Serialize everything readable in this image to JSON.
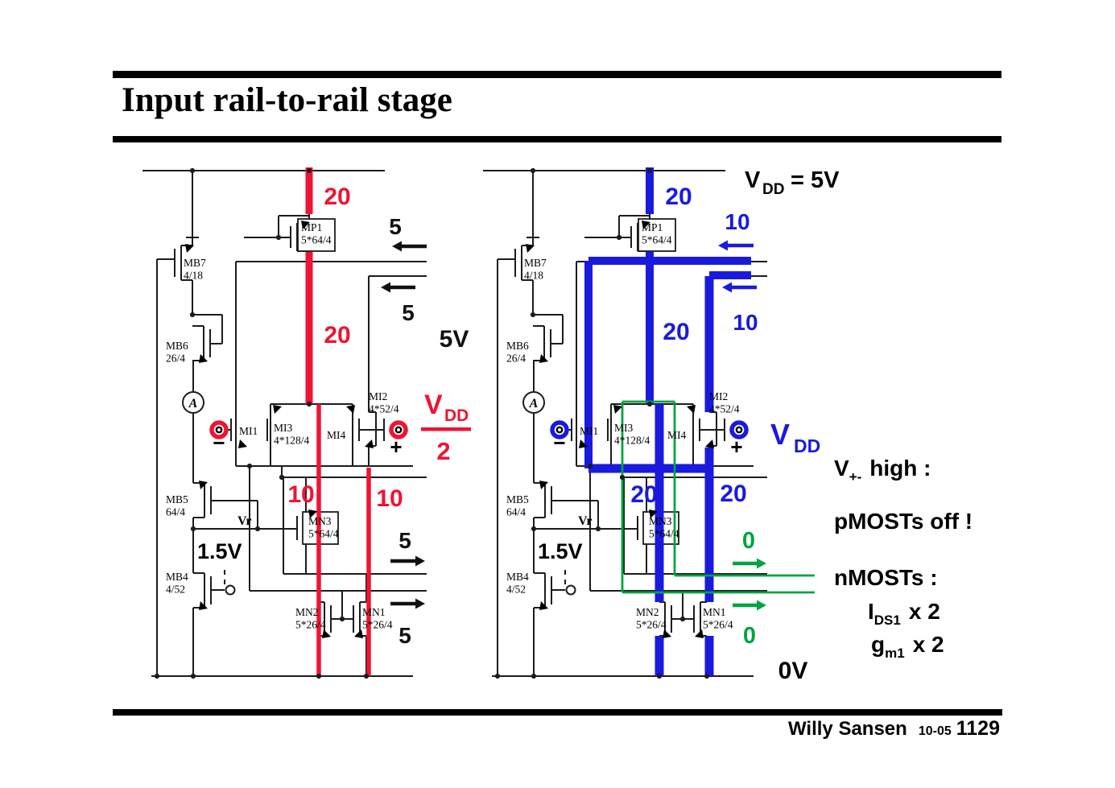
{
  "slide": {
    "title": "Input rail-to-rail stage"
  },
  "colors": {
    "red": "#ee1434",
    "blue": "#1a1adf",
    "green": "#00a440",
    "black": "#111111",
    "wire": "#1c1c1c"
  },
  "transistors": [
    {
      "id": "MB7",
      "name": "MB7",
      "spec": "4/18"
    },
    {
      "id": "MB6",
      "name": "MB6",
      "spec": "26/4"
    },
    {
      "id": "MB5",
      "name": "MB5",
      "spec": "64/4"
    },
    {
      "id": "MB4",
      "name": "MB4",
      "spec": "4/52"
    },
    {
      "id": "MP1",
      "name": "MP1",
      "spec": "5*64/4"
    },
    {
      "id": "MI1",
      "name": "MI1",
      "spec": ""
    },
    {
      "id": "MI3",
      "name": "MI3",
      "spec": "4*128/4"
    },
    {
      "id": "MI4",
      "name": "MI4",
      "spec": ""
    },
    {
      "id": "MI2",
      "name": "MI2",
      "spec": "4*52/4"
    },
    {
      "id": "MN3",
      "name": "MN3",
      "spec": "5*64/4"
    },
    {
      "id": "MN2",
      "name": "MN2",
      "spec": "5*26/4"
    },
    {
      "id": "MN1",
      "name": "MN1",
      "spec": "5*26/4"
    }
  ],
  "left_circuit": {
    "ammeter": "A",
    "vr": "Vr",
    "bias": "1.5V",
    "minus": "−",
    "plus": "+",
    "supply": "5V",
    "currents": [
      {
        "t": "20",
        "c": "red"
      },
      {
        "t": "5",
        "c": "black"
      },
      {
        "t": "5",
        "c": "black"
      },
      {
        "t": "20",
        "c": "red"
      },
      {
        "t": "5V",
        "c": "black"
      },
      {
        "t": "10",
        "c": "red"
      },
      {
        "t": "10",
        "c": "red"
      },
      {
        "t": "5",
        "c": "black"
      },
      {
        "t": "5",
        "c": "black"
      }
    ],
    "vdd_half": {
      "num": "V",
      "sub": "DD",
      "den": "2"
    }
  },
  "right_circuit": {
    "ammeter": "A",
    "vr": "Vr",
    "bias": "1.5V",
    "minus": "−",
    "plus": "+",
    "ground": "0V",
    "currents": [
      {
        "t": "20",
        "c": "blue"
      },
      {
        "t": "10",
        "c": "blue"
      },
      {
        "t": "10",
        "c": "blue"
      },
      {
        "t": "20",
        "c": "blue"
      },
      {
        "t": "20",
        "c": "blue"
      },
      {
        "t": "20",
        "c": "blue"
      },
      {
        "t": "0",
        "c": "green"
      },
      {
        "t": "0",
        "c": "green"
      }
    ],
    "vdd_supply": {
      "num": "V",
      "sub": "DD",
      "eq": " = 5V"
    },
    "vdd_label": {
      "num": "V",
      "sub": "DD"
    }
  },
  "notes": [
    {
      "main": "V",
      "sub": "+-",
      "rest": "high :"
    },
    {
      "main": "pMOSTs off !",
      "sub": "",
      "rest": ""
    },
    {
      "main": "nMOSTs :",
      "sub": "",
      "rest": ""
    },
    {
      "main": "I",
      "sub": "DS1",
      "rest": "x 2"
    },
    {
      "main": "g",
      "sub": "m1",
      "rest": "x 2"
    }
  ],
  "footer": {
    "author": "Willy Sansen",
    "date": "10-05",
    "page": "1129"
  }
}
